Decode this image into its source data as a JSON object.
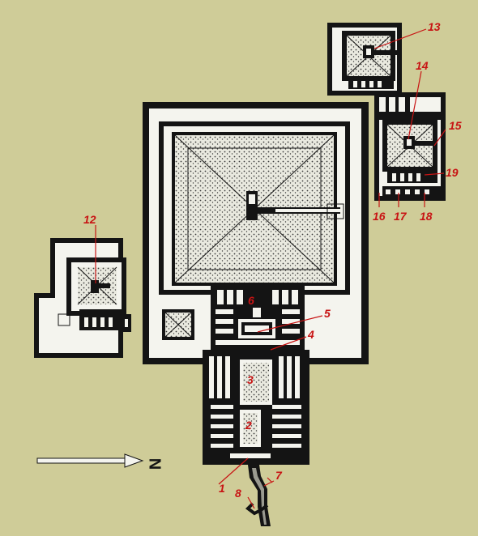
{
  "colors": {
    "background": "#cfcc98",
    "ink": "#141414",
    "paper": "#f4f4ee",
    "label": "#c81414"
  },
  "north_label": "N",
  "labels": {
    "l1": "1",
    "l2": "2",
    "l3": "3",
    "l4": "4",
    "l5": "5",
    "l6": "6",
    "l7": "7",
    "l8": "8",
    "l12": "12",
    "l13": "13",
    "l14": "14",
    "l15": "15",
    "l16": "16",
    "l17": "17",
    "l18": "18",
    "l19": "19"
  }
}
